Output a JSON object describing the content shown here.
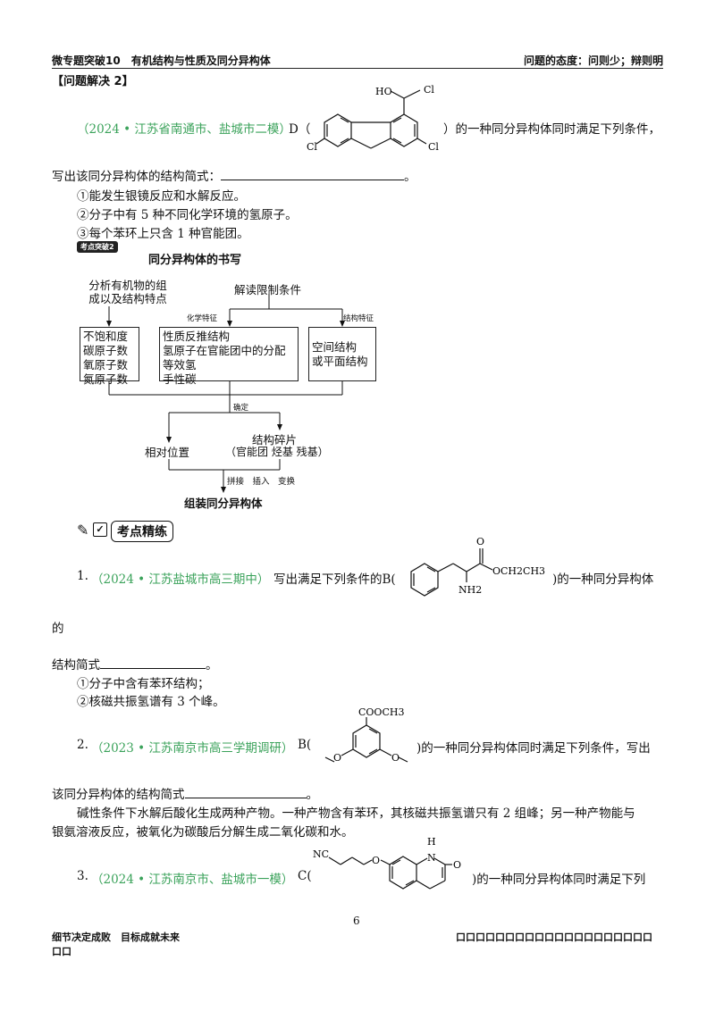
{
  "header": {
    "left": "微专题突破10　有机结构与性质及同分异构体",
    "right": "问题的态度：问则少；辩则明"
  },
  "problem_section": {
    "title": "【问题解决 2】",
    "source": "（2024 • 江苏省南通市、盐城市二模）",
    "compound_letter": "D",
    "mol_labels": {
      "oh": "HO",
      "cl_side": "Cl",
      "cl_left": "Cl",
      "cl_right": "Cl"
    },
    "tail": "）的一种同分异构体同时满足下列条件，",
    "prompt": "写出该同分异构体的结构简式：",
    "blank_end": "。",
    "conditions": [
      "①能发生银镜反应和水解反应。",
      "②分子中有 5 种不同化学环境的氢原子。",
      "③每个苯环上只含 1 种官能团。"
    ]
  },
  "kaodian": {
    "badge": "考点突破2",
    "title": "同分异构体的书写"
  },
  "flowchart": {
    "top_left": [
      "分析有机物的组",
      "成以及结构特点"
    ],
    "top_right": "解读限制条件",
    "label_chem": "化学特征",
    "label_struct": "结构特征",
    "box_left": [
      "不饱和度",
      "碳原子数",
      "氧原子数",
      "氮原子数"
    ],
    "box_mid": [
      "性质反推结构",
      "氢原子在官能团中的分配",
      "等效氢",
      "手性碳"
    ],
    "box_right": [
      "空间结构",
      "或平面结构"
    ],
    "determine": "确定",
    "relative_pos": "相对位置",
    "fragments_title": "结构碎片",
    "fragments_detail": "（官能团  烃基  残基）",
    "ops": "拼接　插入　变换",
    "result": "组装同分异构体"
  },
  "practice": {
    "title": "考点精练",
    "questions": [
      {
        "num": "1.",
        "source": "（2024 • 江苏盐城市高三期中）",
        "lead": "写出满足下列条件的",
        "letter": "B",
        "mol_labels": {
          "o": "O",
          "ester": "OCH2CH3",
          "nh2": "NH2"
        },
        "tail": ")的一种同分异构体",
        "line2": "的",
        "prompt": "结构简式",
        "blank_end": "。",
        "conditions": [
          "①分子中含有苯环结构；",
          "②核磁共振氢谱有 3 个峰。"
        ]
      },
      {
        "num": "2.",
        "source": "（2023 • 江苏南京市高三学期调研）",
        "letter": "B",
        "mol_labels": {
          "top": "COOCH3",
          "o_left": "O",
          "o_right": "O"
        },
        "tail": ")的一种同分异构体同时满足下列条件，写出",
        "prompt": "该同分异构体的结构简式",
        "blank_end": "。",
        "para": [
          "碱性条件下水解后酸化生成两种产物。一种产物含有苯环，其核磁共振氢谱只有 2 组峰；另一种产物能与",
          "银氨溶液反应，被氧化为碳酸后分解生成二氧化碳和水。"
        ]
      },
      {
        "num": "3.",
        "source": "（2024 • 江苏南京市、盐城市一模）",
        "letter": "C",
        "mol_labels": {
          "nc": "NC",
          "o": "O",
          "h": "H",
          "n": "N",
          "o2": "O"
        },
        "tail": ")的一种同分异构体同时满足下列"
      }
    ]
  },
  "footer": {
    "page": "6",
    "left1": "细节决定成败　目标成就未来",
    "left2": "口口",
    "right": "口口口口口口口口口口口口口口口口口口口口"
  }
}
